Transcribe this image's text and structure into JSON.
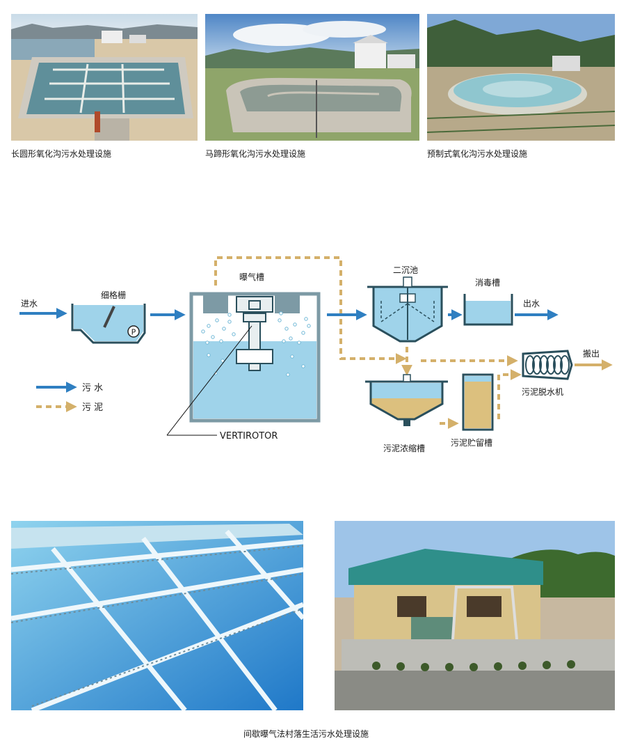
{
  "photos_top": [
    {
      "caption": "长圆形氧化沟污水处理设施"
    },
    {
      "caption": "马蹄形氧化沟污水处理设施"
    },
    {
      "caption": "预制式氧化沟污水处理设施"
    }
  ],
  "diagram": {
    "labels": {
      "inflow": "进水",
      "screen": "细格栅",
      "aeration_tank": "曝气槽",
      "secondary_clarifier": "二沉池",
      "disinfection_tank": "消毒槽",
      "outflow": "出水",
      "carry_out": "搬出",
      "dewatering_machine": "污泥脱水机",
      "sludge_thickener": "污泥浓缩槽",
      "sludge_storage": "污泥贮留槽",
      "vertirotor": "VERTIROTOR",
      "pump_symbol": "P"
    },
    "legend": [
      {
        "label": "污  水",
        "style": "solid"
      },
      {
        "label": "污  泥",
        "style": "dashed"
      }
    ],
    "colors": {
      "sewage_flow": "#2f7fc1",
      "sludge_flow": "#d4b06a",
      "water": "#9fd3ea",
      "tank_outline": "#2a4f5c",
      "sludge_fill": "#dcc07e"
    }
  },
  "bottom_caption": "间歇曝气法村落生活污水处理设施"
}
